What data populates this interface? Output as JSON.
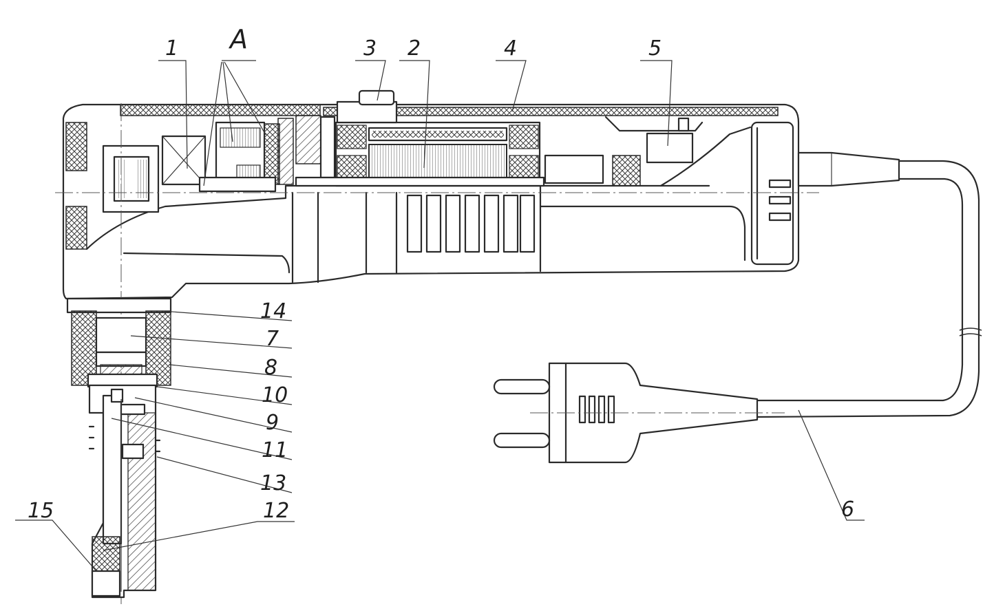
{
  "callouts": {
    "c1": "1",
    "cA": "A",
    "c3": "3",
    "c2": "2",
    "c4": "4",
    "c5": "5",
    "c14": "14",
    "c7": "7",
    "c8": "8",
    "c10": "10",
    "c9": "9",
    "c11": "11",
    "c13": "13",
    "c12": "12",
    "c15": "15",
    "c6": "6"
  },
  "colors": {
    "ink": "#2a2a2a",
    "background": "#ffffff",
    "hatch": "#3a3a3a"
  }
}
